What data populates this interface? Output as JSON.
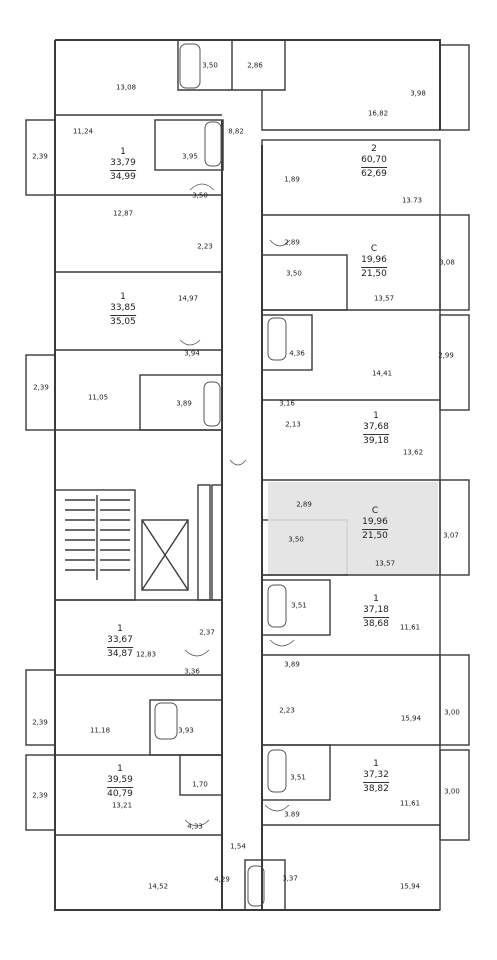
{
  "plan": {
    "highlight_color": "#e2e2e2",
    "wall_color": "#3a3a3a",
    "apartments": [
      {
        "id": "a1",
        "type": "1",
        "living": "33,79",
        "total": "34,99"
      },
      {
        "id": "a2",
        "type": "2",
        "living": "60,70",
        "total": "62,69"
      },
      {
        "id": "a3",
        "type": "С",
        "living": "19,96",
        "total": "21,50"
      },
      {
        "id": "a4",
        "type": "1",
        "living": "33,85",
        "total": "35,05"
      },
      {
        "id": "a5",
        "type": "1",
        "living": "37,68",
        "total": "39,18"
      },
      {
        "id": "a6",
        "type": "С",
        "living": "19,96",
        "total": "21,50",
        "highlighted": true
      },
      {
        "id": "a7",
        "type": "1",
        "living": "37,18",
        "total": "38,68"
      },
      {
        "id": "a8",
        "type": "1",
        "living": "33,67",
        "total": "34,87"
      },
      {
        "id": "a9",
        "type": "1",
        "living": "37,32",
        "total": "38,82"
      },
      {
        "id": "a10",
        "type": "1",
        "living": "39,59",
        "total": "40,79"
      }
    ],
    "rooms": [
      {
        "id": "r1",
        "text": "3,50"
      },
      {
        "id": "r2",
        "text": "2,86"
      },
      {
        "id": "r3",
        "text": "13,08"
      },
      {
        "id": "r4",
        "text": "3,98"
      },
      {
        "id": "r5",
        "text": "16,82"
      },
      {
        "id": "r6",
        "text": "11,24"
      },
      {
        "id": "r7",
        "text": "8,82"
      },
      {
        "id": "r8",
        "text": "2,39"
      },
      {
        "id": "r9",
        "text": "3,95"
      },
      {
        "id": "r10",
        "text": "1,89"
      },
      {
        "id": "r11",
        "text": "3,50"
      },
      {
        "id": "r12",
        "text": "13.73"
      },
      {
        "id": "r13",
        "text": "12,87"
      },
      {
        "id": "r14",
        "text": "2,89"
      },
      {
        "id": "r15",
        "text": "2,23"
      },
      {
        "id": "r16",
        "text": "3,08"
      },
      {
        "id": "r17",
        "text": "3,50"
      },
      {
        "id": "r18",
        "text": "13,57"
      },
      {
        "id": "r19",
        "text": "14,97"
      },
      {
        "id": "r20",
        "text": "4,36"
      },
      {
        "id": "r21",
        "text": "2,99"
      },
      {
        "id": "r22",
        "text": "3,94"
      },
      {
        "id": "r23",
        "text": "14,41"
      },
      {
        "id": "r24",
        "text": "2,39"
      },
      {
        "id": "r25",
        "text": "11,05"
      },
      {
        "id": "r26",
        "text": "3,89"
      },
      {
        "id": "r27",
        "text": "3,16"
      },
      {
        "id": "r28",
        "text": "2,13"
      },
      {
        "id": "r29",
        "text": "13,62"
      },
      {
        "id": "r30",
        "text": "2,89"
      },
      {
        "id": "r31",
        "text": "3,50"
      },
      {
        "id": "r32",
        "text": "3,07"
      },
      {
        "id": "r33",
        "text": "13,57"
      },
      {
        "id": "r34",
        "text": "3,51"
      },
      {
        "id": "r35",
        "text": "11,61"
      },
      {
        "id": "r36",
        "text": "2,37"
      },
      {
        "id": "r37",
        "text": "12,83"
      },
      {
        "id": "r38",
        "text": "3,36"
      },
      {
        "id": "r39",
        "text": "3,89"
      },
      {
        "id": "r40",
        "text": "2,23"
      },
      {
        "id": "r41",
        "text": "3,00"
      },
      {
        "id": "r42",
        "text": "2,39"
      },
      {
        "id": "r43",
        "text": "11,18"
      },
      {
        "id": "r44",
        "text": "3,93"
      },
      {
        "id": "r45",
        "text": "15,94"
      },
      {
        "id": "r46",
        "text": "3,51"
      },
      {
        "id": "r47",
        "text": "1,70"
      },
      {
        "id": "r48",
        "text": "3,00"
      },
      {
        "id": "r49",
        "text": "2,39"
      },
      {
        "id": "r50",
        "text": "13,21"
      },
      {
        "id": "r51",
        "text": "3.89"
      },
      {
        "id": "r52",
        "text": "11,61"
      },
      {
        "id": "r53",
        "text": "4,33"
      },
      {
        "id": "r54",
        "text": "1,54"
      },
      {
        "id": "r55",
        "text": "4,29"
      },
      {
        "id": "r56",
        "text": "3,37"
      },
      {
        "id": "r57",
        "text": "14,52"
      },
      {
        "id": "r58",
        "text": "15,94"
      }
    ]
  }
}
